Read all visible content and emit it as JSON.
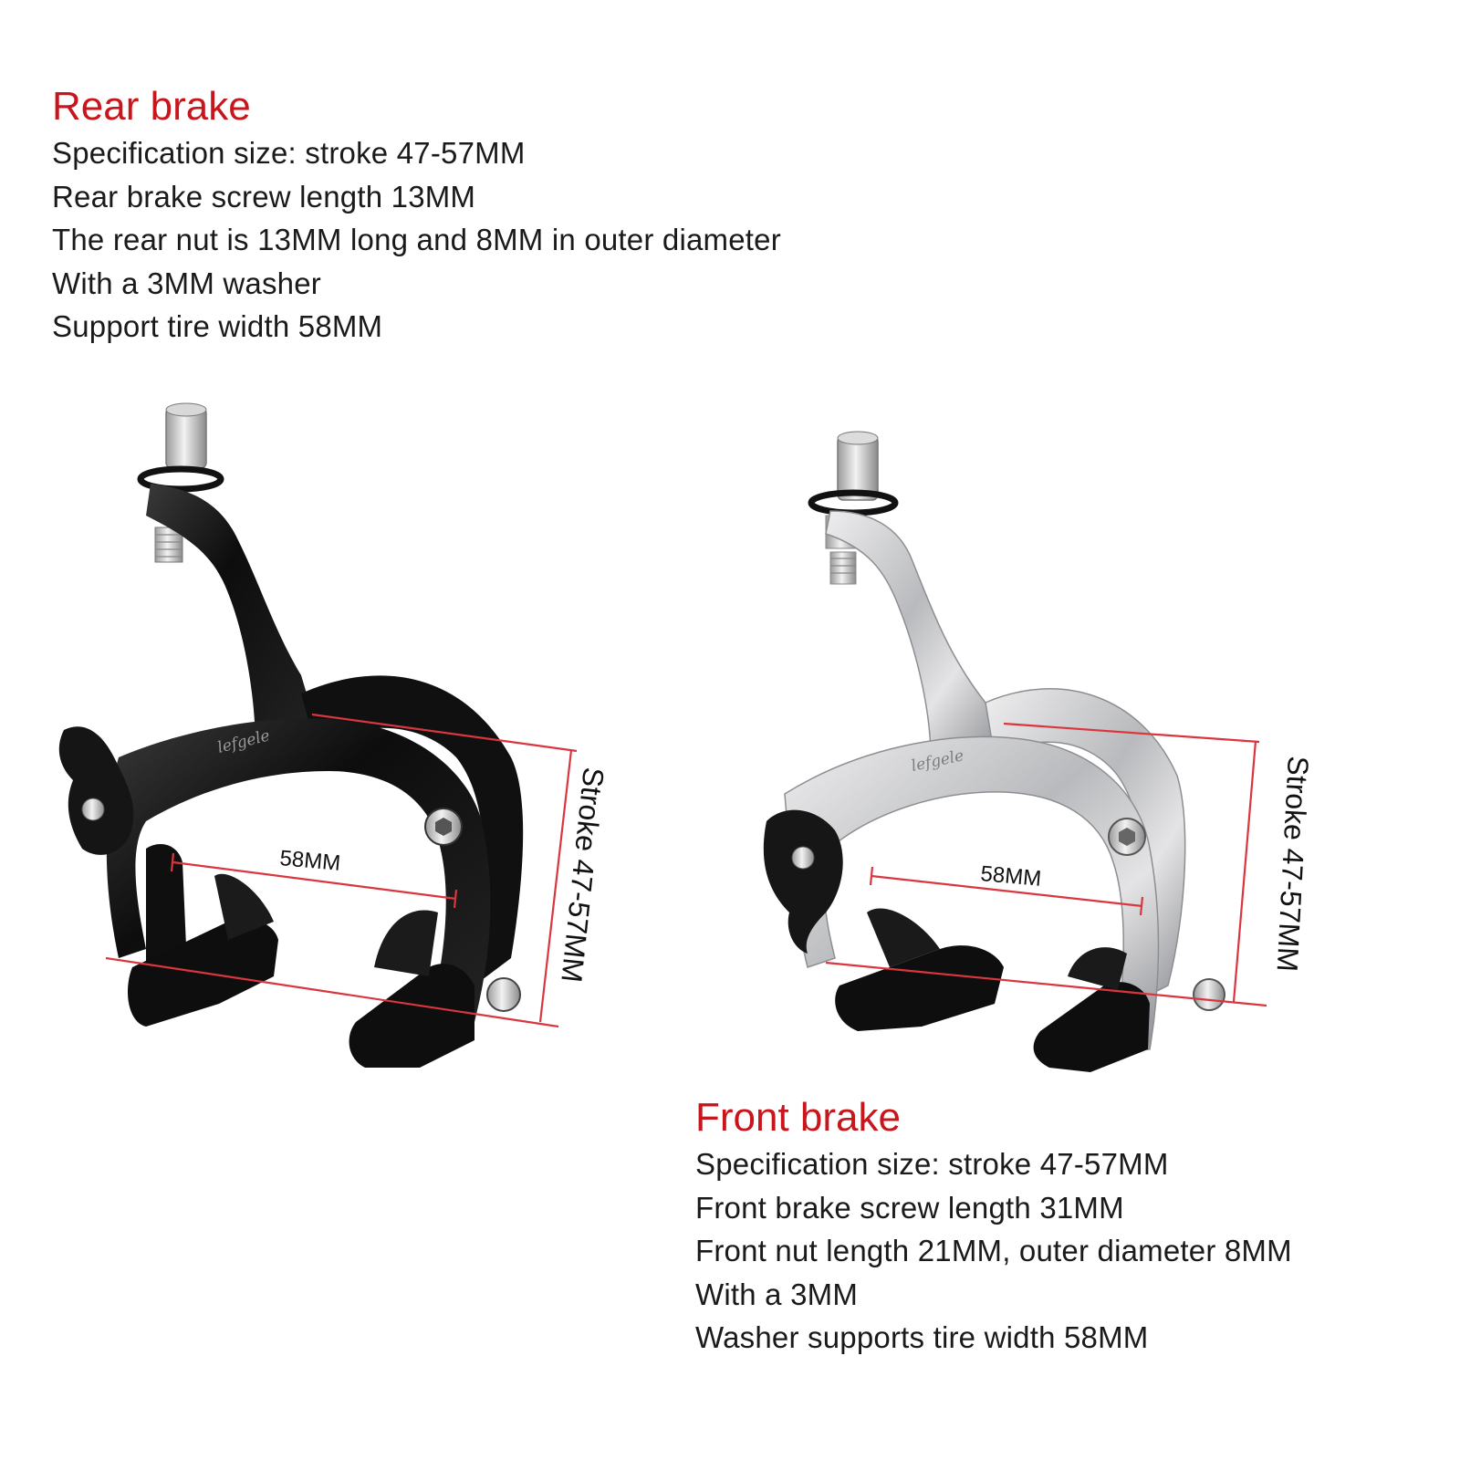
{
  "rear": {
    "title": "Rear brake",
    "lines": [
      "Specification size: stroke 47-57MM",
      "Rear brake screw length 13MM",
      "The rear nut is 13MM long and 8MM in outer diameter",
      "With a 3MM washer",
      "Support tire width 58MM"
    ],
    "width_label": "58MM",
    "stroke_label": "Stroke 47-57MM",
    "finish": "black"
  },
  "front": {
    "title": "Front brake",
    "lines": [
      "Specification size: stroke 47-57MM",
      "Front brake screw length 31MM",
      "Front nut length 21MM, outer diameter 8MM",
      "With a 3MM",
      "Washer supports tire width 58MM"
    ],
    "width_label": "58MM",
    "stroke_label": "Stroke 47-57MM",
    "finish": "silver"
  },
  "colors": {
    "heading": "#c8161d",
    "dimension_line": "#d9363e",
    "rear_body": "#141414",
    "front_body": "#c9cacc"
  }
}
